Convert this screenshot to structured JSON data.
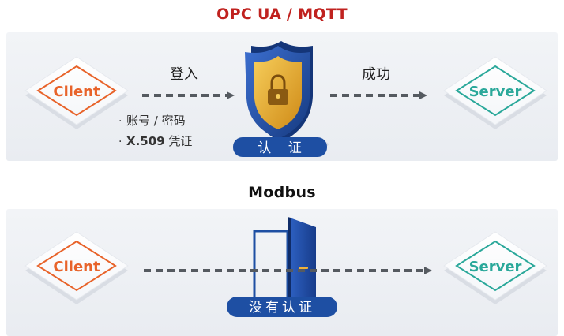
{
  "sections": {
    "top": {
      "title": "OPC UA / MQTT",
      "client_label": "Client",
      "server_label": "Server",
      "login_label": "登入",
      "success_label": "成功",
      "credentials": {
        "line1": "账号 / 密码",
        "line2_bold": "X.509",
        "line2_rest": " 凭证"
      },
      "badge_label": "认    证"
    },
    "bottom": {
      "title": "Modbus",
      "client_label": "Client",
      "server_label": "Server",
      "badge_label": "没有认证"
    }
  },
  "colors": {
    "title_red": "#c0221f",
    "client_orange": "#e8632a",
    "server_teal": "#2aa89a",
    "arrow_gray": "#555a60",
    "badge_blue": "#1e4fa3",
    "shield_blue": "#1f4da0",
    "shield_gold": "#e0a42c"
  },
  "icons": {
    "shield": "shield-lock-icon",
    "door": "open-door-icon"
  }
}
